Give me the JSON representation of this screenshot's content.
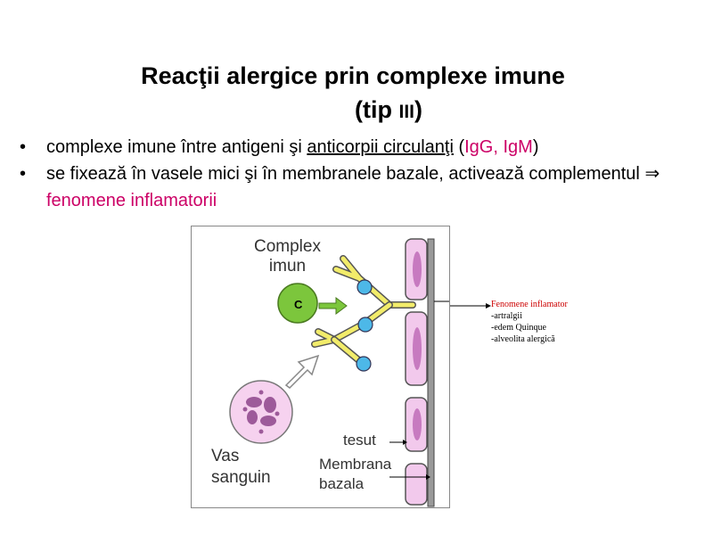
{
  "title": {
    "line1": "Reacţii alergice prin complexe imune",
    "line2_open": "(tip ",
    "line2_num": "III",
    "line2_close": ")"
  },
  "bullets": [
    {
      "p1": "complexe imune între antigeni  şi ",
      "u1": "anticorpii circulanţi",
      "p2": " (",
      "h1": "IgG, IgM",
      "p3": ")"
    },
    {
      "p1": "se fixează în vasele mici şi în membranele bazale, activează complementul ",
      "arrow": "⇒",
      "h1": " fenomene inflamatorii"
    }
  ],
  "diagram": {
    "complex_label": [
      "Complex",
      "imun"
    ],
    "c_label": "C",
    "vas_label": [
      "Vas",
      "sanguin"
    ],
    "tesut_label": "tesut",
    "membrana_label": [
      "Membrana",
      "bazala"
    ]
  },
  "side_note": {
    "heading": "Fenomene inflamator",
    "items": [
      "-artralgii",
      "-edem Quinque",
      "-alveolita alergică"
    ]
  },
  "colors": {
    "highlight": "#cc0066",
    "antibody": "#f2ec6a",
    "antigen": "#4db8e8",
    "complement": "#7cc63c",
    "cell": "#f2c9ec"
  }
}
